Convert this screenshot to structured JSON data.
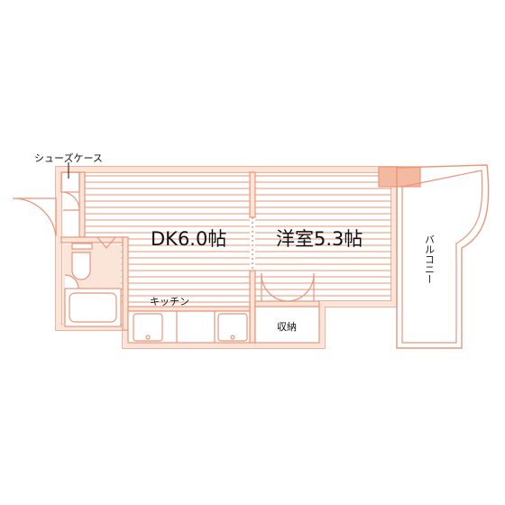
{
  "labels": {
    "shoe_case": "シューズケース",
    "dk": "DK6.0帖",
    "western_room": "洋室5.3帖",
    "balcony": "バルコニー",
    "kitchen": "キッチン",
    "storage": "収納"
  },
  "colors": {
    "wall_stroke": "#e8957a",
    "wall_fill": "#f8d8c8",
    "floor_line": "#e8957a",
    "text": "#111111"
  }
}
